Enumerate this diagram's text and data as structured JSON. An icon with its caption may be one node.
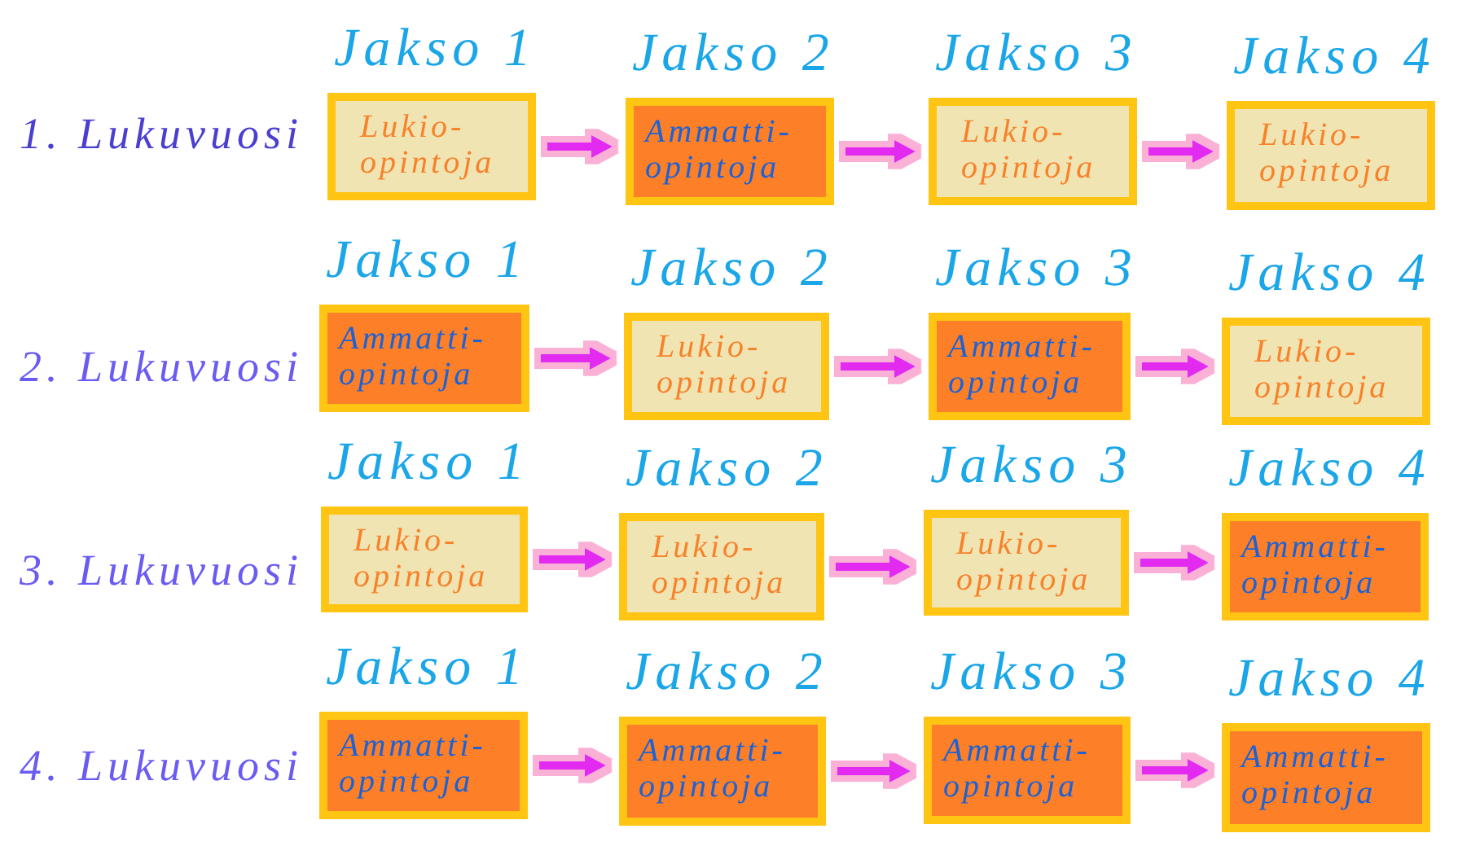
{
  "diagram": {
    "nodes": [
      {
        "text": [
          "Lukio- opintoja"
        ],
        "beside": [
          "Jakso 1"
        ]
      },
      {
        "text": [
          "Ammatti- opintoja"
        ],
        "beside": [
          "Jakso 2"
        ]
      },
      {
        "text": [
          "Lukio- opintoja"
        ],
        "beside": [
          "Jakso 3"
        ]
      },
      {
        "text": [
          "Lukio- opintoja"
        ],
        "beside": [
          "Jakso 4"
        ]
      },
      {
        "text": [
          "Ammatti- opintoja"
        ],
        "beside": [
          "Jakso 1"
        ]
      },
      {
        "text": [
          "Lukio- opintoja"
        ],
        "beside": [
          "Jakso 2"
        ]
      },
      {
        "text": [
          "Ammatti- opintoja"
        ],
        "beside": [
          "Jakso 3"
        ]
      },
      {
        "text": [
          "Lukio- opintoja"
        ],
        "beside": [
          "Jakso 4"
        ]
      },
      {
        "text": [
          "Lukio- opintoja"
        ],
        "beside": [
          "Jakso 1"
        ]
      },
      {
        "text": [
          "Lukio- opintoja"
        ],
        "beside": [
          "Jakso 2"
        ]
      },
      {
        "text": [
          "Lukio- opintoja"
        ],
        "beside": [
          "Jakso 3"
        ]
      },
      {
        "text": [
          "Ammatti- opintoja"
        ],
        "beside": [
          "Jakso 4"
        ]
      },
      {
        "text": [
          "Ammatti- opintoja"
        ],
        "beside": [
          "Jakso 1"
        ]
      },
      {
        "text": [
          "Ammatti- opintoja"
        ],
        "beside": [
          "Jakso 2"
        ]
      },
      {
        "text": [
          "Ammatti- opintoja"
        ],
        "beside": [
          "Jakso 3"
        ]
      },
      {
        "text": [
          "Ammatti- opintoja"
        ],
        "beside": [
          "Jakso 4"
        ]
      }
    ],
    "edges": [
      {
        "from": 0,
        "to": 1,
        "arrow": "to"
      },
      {
        "from": 1,
        "to": 2,
        "arrow": "to"
      },
      {
        "from": 2,
        "to": 3,
        "arrow": "to"
      },
      {
        "from": 4,
        "to": 5,
        "arrow": "to"
      },
      {
        "from": 5,
        "to": 6,
        "arrow": "to"
      },
      {
        "from": 6,
        "to": 7,
        "arrow": "to"
      },
      {
        "from": 8,
        "to": 9,
        "arrow": "to"
      },
      {
        "from": 9,
        "to": 10,
        "arrow": "to"
      },
      {
        "from": 10,
        "to": 11,
        "arrow": "to"
      },
      {
        "from": 12,
        "to": 13,
        "arrow": "to"
      },
      {
        "from": 13,
        "to": 14,
        "arrow": "to"
      },
      {
        "from": 14,
        "to": 15,
        "arrow": "to"
      }
    ],
    "labels": [
      "1. Lukuvuosi",
      "2. Lukuvuosi",
      "3. Lukuvuosi",
      "4. Lukuvuosi"
    ]
  }
}
